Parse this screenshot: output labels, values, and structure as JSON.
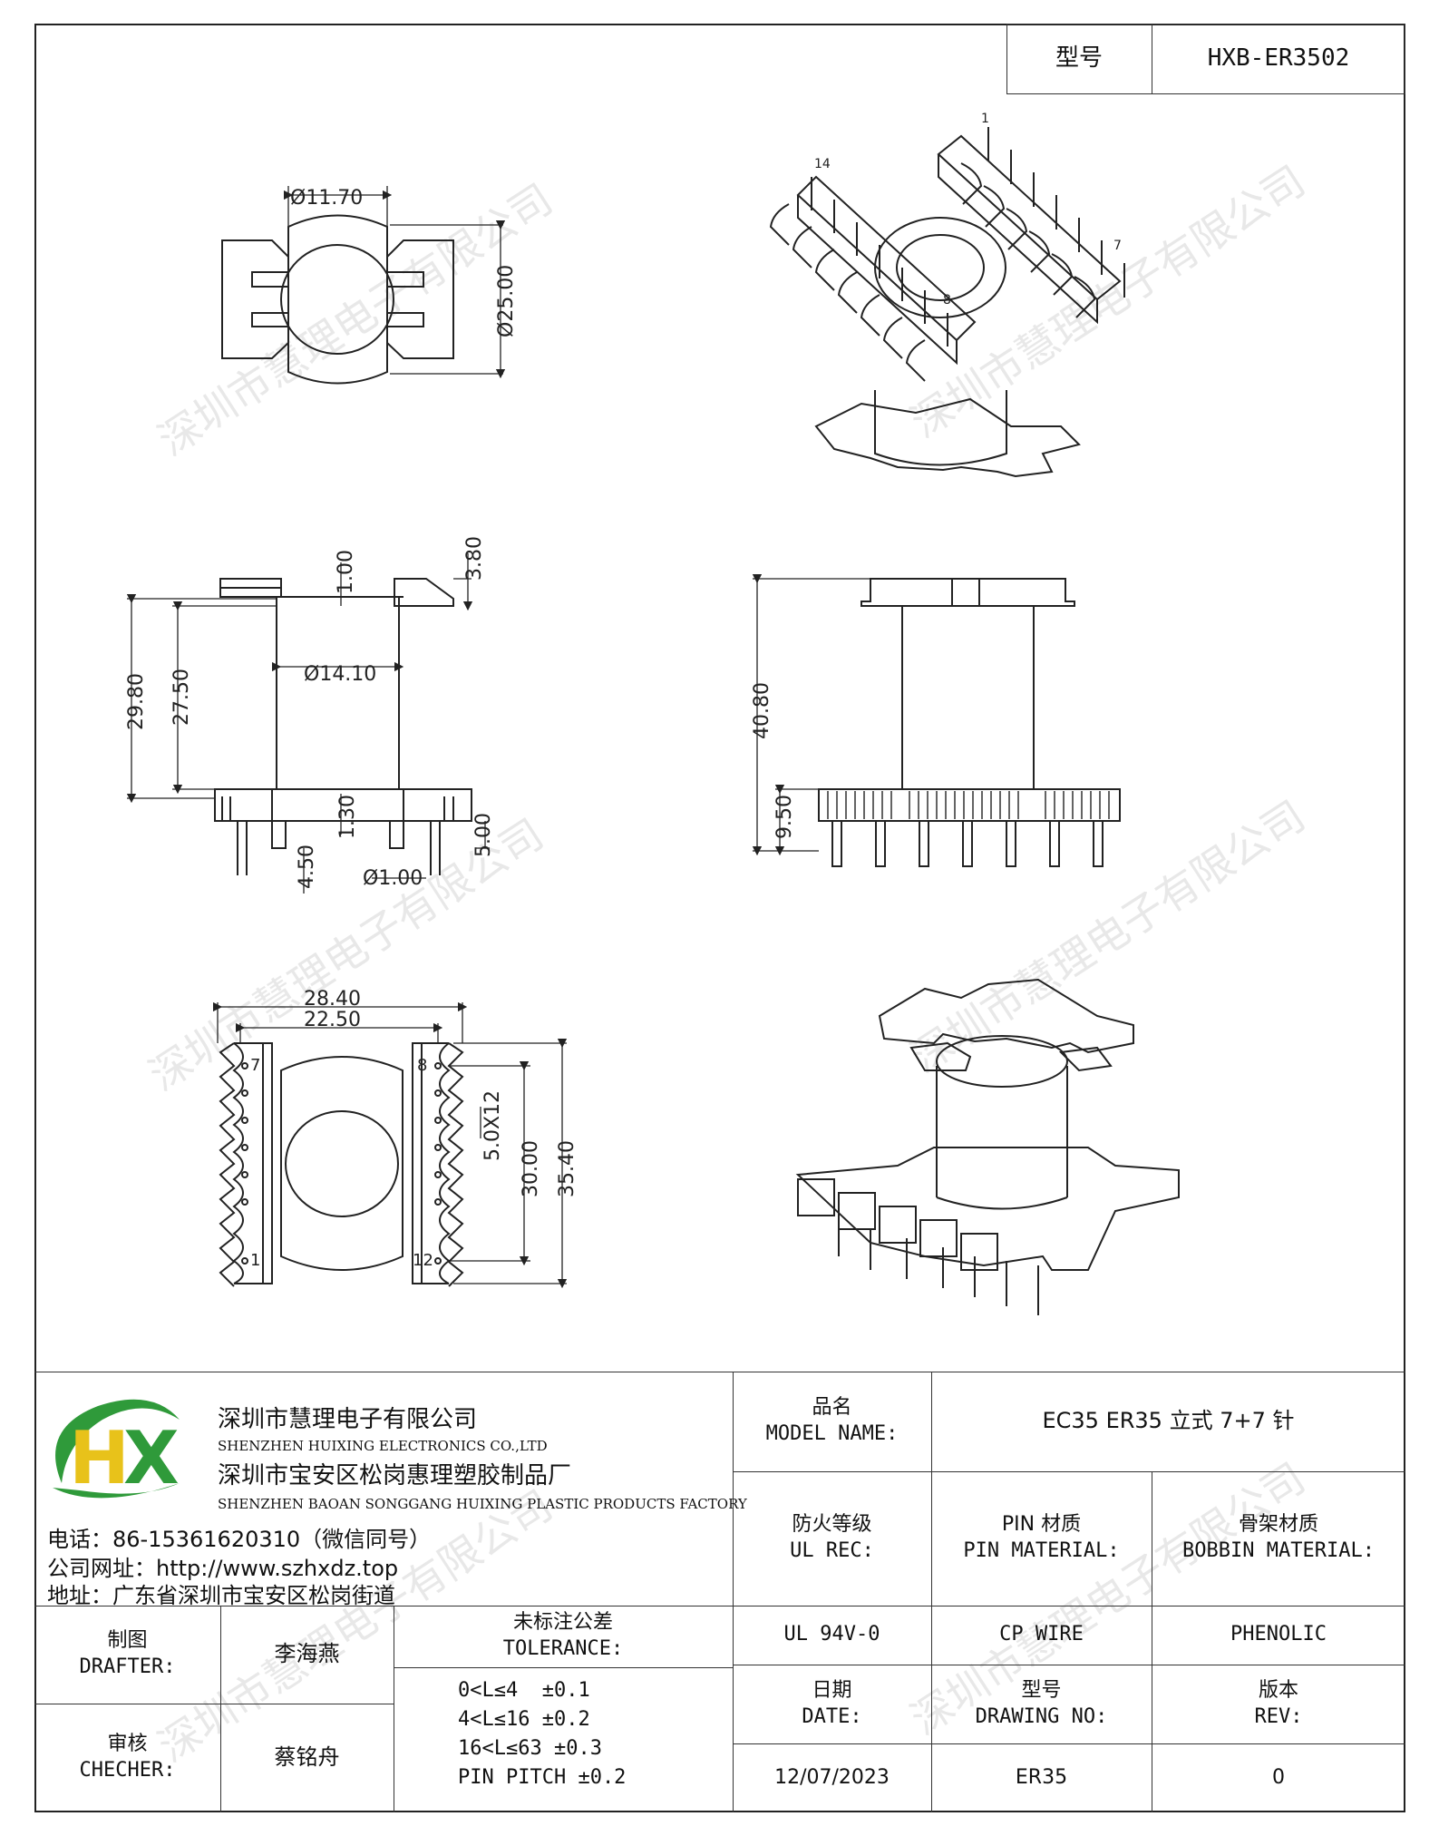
{
  "header": {
    "model_label": "型号",
    "model_value": "HXB-ER3502"
  },
  "drawings": {
    "top": {
      "d1": "Ø11.70",
      "d2": "Ø25.00"
    },
    "front": {
      "h1": "3.80",
      "h2": "1.00",
      "h3": "Ø14.10",
      "h4": "29.80",
      "h5": "27.50",
      "h6": "1.30",
      "h7": "5.00",
      "h8": "4.50",
      "h9": "Ø1.00"
    },
    "side": {
      "h1": "40.80",
      "h2": "9.50"
    },
    "bottom": {
      "w1": "28.40",
      "w2": "22.50",
      "p1": "7",
      "p2": "8",
      "p3": "1",
      "p4": "12",
      "h1": "5.0X12",
      "h2": "30.00",
      "h3": "35.40"
    },
    "iso_top": {
      "p1": "1",
      "p2": "14",
      "p3": "7",
      "p4": "8"
    }
  },
  "company": {
    "name_cn": "深圳市慧理电子有限公司",
    "name_en": "SHENZHEN HUIXING ELECTRONICS CO.,LTD",
    "factory_cn": "深圳市宝安区松岗惠理塑胶制品厂",
    "factory_en": "SHENZHEN BAOAN SONGGANG HUIXING PLASTIC PRODUCTS FACTORY",
    "phone": "电话：86-15361620310（微信同号）",
    "website": "公司网址：http://www.szhxdz.top",
    "address": "地址：广东省深圳市宝安区松岗街道",
    "logo_colors": {
      "green": "#2f9a3a",
      "yellow": "#e8c21a"
    }
  },
  "table": {
    "model_name_cn": "品名",
    "model_name_en": "MODEL NAME:",
    "model_name_value": "EC35 ER35 立式 7+7 针",
    "ul_cn": "防火等级",
    "ul_en": "UL REC:",
    "pin_cn": "PIN 材质",
    "pin_en": "PIN MATERIAL:",
    "bobbin_cn": "骨架材质",
    "bobbin_en": "BOBBIN MATERIAL:",
    "ul_value": "UL 94V-0",
    "pin_value": "CP WIRE",
    "bobbin_value": "PHENOLIC",
    "date_cn": "日期",
    "date_en": "DATE:",
    "drawing_cn": "型号",
    "drawing_en": "DRAWING NO:",
    "rev_cn": "版本",
    "rev_en": "REV:",
    "date_value": "12/07/2023",
    "drawing_value": "ER35",
    "rev_value": "0",
    "drafter_cn": "制图",
    "drafter_en": "DRAFTER:",
    "drafter_value": "李海燕",
    "checker_cn": "审核",
    "checker_en": "CHECHER:",
    "checker_value": "蔡铭舟",
    "tol_cn": "未标注公差",
    "tol_en": "TOLERANCE:",
    "tol_lines": [
      "0<L≤4  ±0.1",
      "4<L≤16 ±0.2",
      "16<L≤63 ±0.3",
      "PIN PITCH ±0.2"
    ]
  },
  "watermark": "深圳市慧理电子有限公司"
}
